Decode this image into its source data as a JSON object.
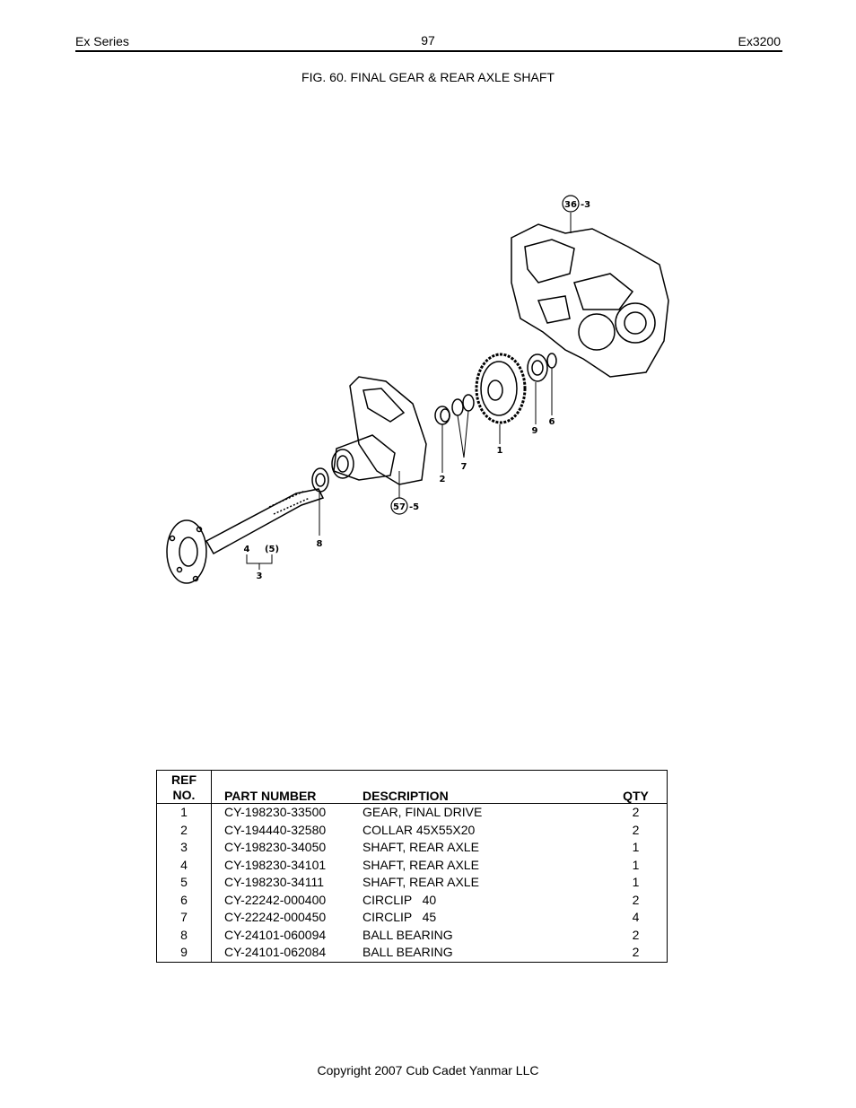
{
  "header": {
    "left": "Ex Series",
    "page_number": "97",
    "right": "Ex3200"
  },
  "figure": {
    "title": "FIG. 60. FINAL GEAR & REAR AXLE SHAFT",
    "callouts": {
      "c36": "36",
      "c36_suffix": "-3",
      "c57": "57",
      "c57_suffix": "-5",
      "n1": "1",
      "n2": "2",
      "n3": "3",
      "n4": "4",
      "n5": "(5)",
      "n6": "6",
      "n7": "7",
      "n8": "8",
      "n9": "9"
    }
  },
  "table": {
    "headers": {
      "ref": "REF NO.",
      "part_number": "PART NUMBER",
      "description": "DESCRIPTION",
      "qty": "QTY"
    },
    "rows": [
      {
        "ref": "1",
        "part_number": "CY-198230-33500",
        "description": "GEAR, FINAL DRIVE",
        "qty": "2"
      },
      {
        "ref": "2",
        "part_number": "CY-194440-32580",
        "description": "COLLAR 45X55X20",
        "qty": "2"
      },
      {
        "ref": "3",
        "part_number": "CY-198230-34050",
        "description": "SHAFT, REAR AXLE",
        "qty": "1"
      },
      {
        "ref": "4",
        "part_number": "CY-198230-34101",
        "description": "SHAFT, REAR AXLE",
        "qty": "1"
      },
      {
        "ref": "5",
        "part_number": "CY-198230-34111",
        "description": "SHAFT, REAR AXLE",
        "qty": "1"
      },
      {
        "ref": "6",
        "part_number": "CY-22242-000400",
        "description": "CIRCLIP   40",
        "qty": "2"
      },
      {
        "ref": "7",
        "part_number": "CY-22242-000450",
        "description": "CIRCLIP   45",
        "qty": "4"
      },
      {
        "ref": "8",
        "part_number": "CY-24101-060094",
        "description": "BALL BEARING",
        "qty": "2"
      },
      {
        "ref": "9",
        "part_number": "CY-24101-062084",
        "description": "BALL BEARING",
        "qty": "2"
      }
    ]
  },
  "footer": {
    "copyright": "Copyright 2007 Cub Cadet Yanmar LLC"
  }
}
